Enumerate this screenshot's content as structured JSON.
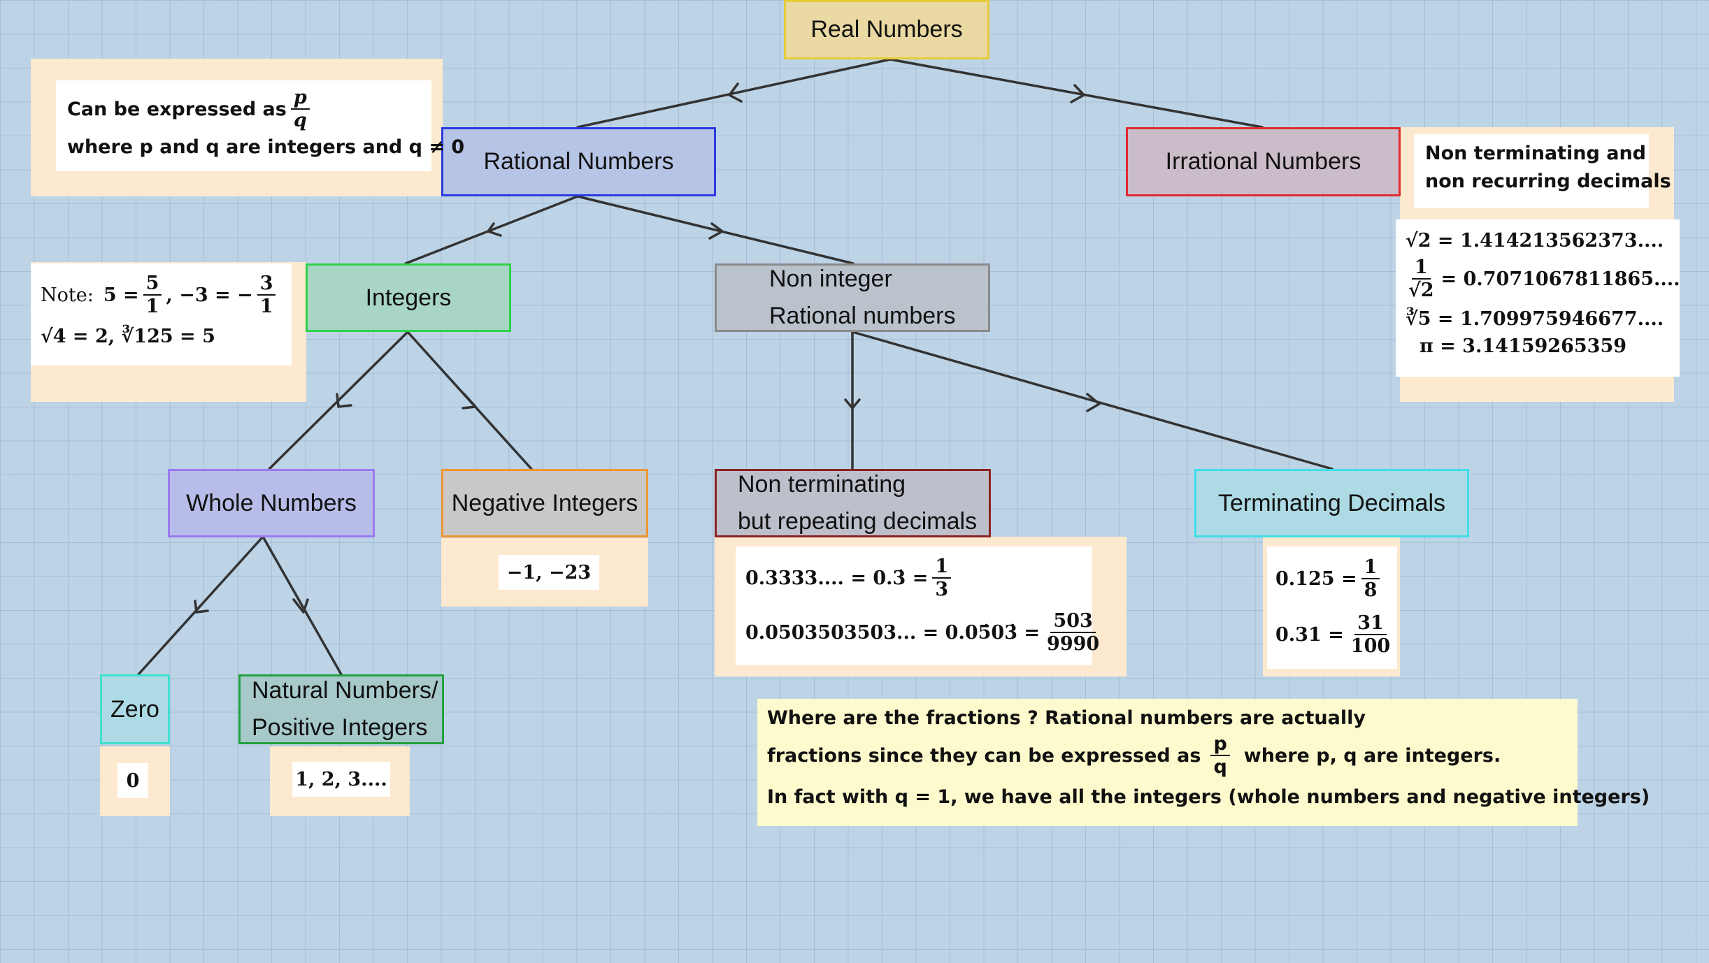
{
  "nodes": {
    "real": "Real Numbers",
    "rational": "Rational Numbers",
    "irrational": "Irrational Numbers",
    "integers": "Integers",
    "non_integer_1": "Non integer",
    "non_integer_2": "Rational numbers",
    "whole": "Whole Numbers",
    "negative": "Negative Integers",
    "non_term_1": "Non terminating",
    "non_term_2": "but repeating decimals",
    "terminating": "Terminating Decimals",
    "zero": "Zero",
    "natural_1": "Natural Numbers/",
    "natural_2": "Positive Integers"
  },
  "colors": {
    "real": "#e6cc3a",
    "rational": "#2b3be0",
    "irrational": "#e02b2b",
    "integers": "#2fd24a",
    "non_integer": "#8a8a8a",
    "whole": "#9b7af0",
    "negative": "#f0962f",
    "non_term": "#8b2323",
    "terminating": "#3fe0e8",
    "zero": "#3fe0cf",
    "natural": "#23a040",
    "edge": "#333333"
  },
  "rational_def": {
    "line1_text": "Can be expressed as",
    "p": "p",
    "q": "q",
    "line2": "where p and q are integers and q ≠ 0"
  },
  "irrational_def": {
    "line1": "Non terminating and",
    "line2": "non recurring decimals"
  },
  "irrational_examples": {
    "sqrt2": "√2 = 1.414213562373....",
    "inv_num": "1",
    "inv_den": "√2",
    "inv_val": "= 0.7071067811865....",
    "cbrt5": "∛5 = 1.709975946677....",
    "pi": "π = 3.14159265359"
  },
  "integer_note": {
    "note_label": "Note:",
    "five_lhs": "5 =",
    "five_num": "5",
    "five_den": "1",
    "mid": ", −3 = −",
    "three_num": "3",
    "three_den": "1",
    "line2": "√4 = 2, ∛125 = 5"
  },
  "negative_examples": "−1, −23",
  "zero_example": "0",
  "natural_examples": "1, 2, 3....",
  "repeating_examples": {
    "ex1_lhs": "0.3333.... = 0.3̇ =",
    "ex1_num": "1",
    "ex1_den": "3",
    "ex2_lhs": "0.0503503503... = 0.05̇03̇ =",
    "ex2_num": "503",
    "ex2_den": "9990"
  },
  "terminating_examples": {
    "ex1_lhs": "0.125 =",
    "ex1_num": "1",
    "ex1_den": "8",
    "ex2_lhs": "0.31 =",
    "ex2_num": "31",
    "ex2_den": "100"
  },
  "fractions_note": {
    "line1": "Where are the fractions ?  Rational numbers are actually",
    "line2_a": "fractions since they can be expressed as",
    "p": "p",
    "q": "q",
    "line2_b": "where p, q  are integers.",
    "line3": "In fact with q = 1,  we have all the integers (whole numbers and negative integers)"
  }
}
